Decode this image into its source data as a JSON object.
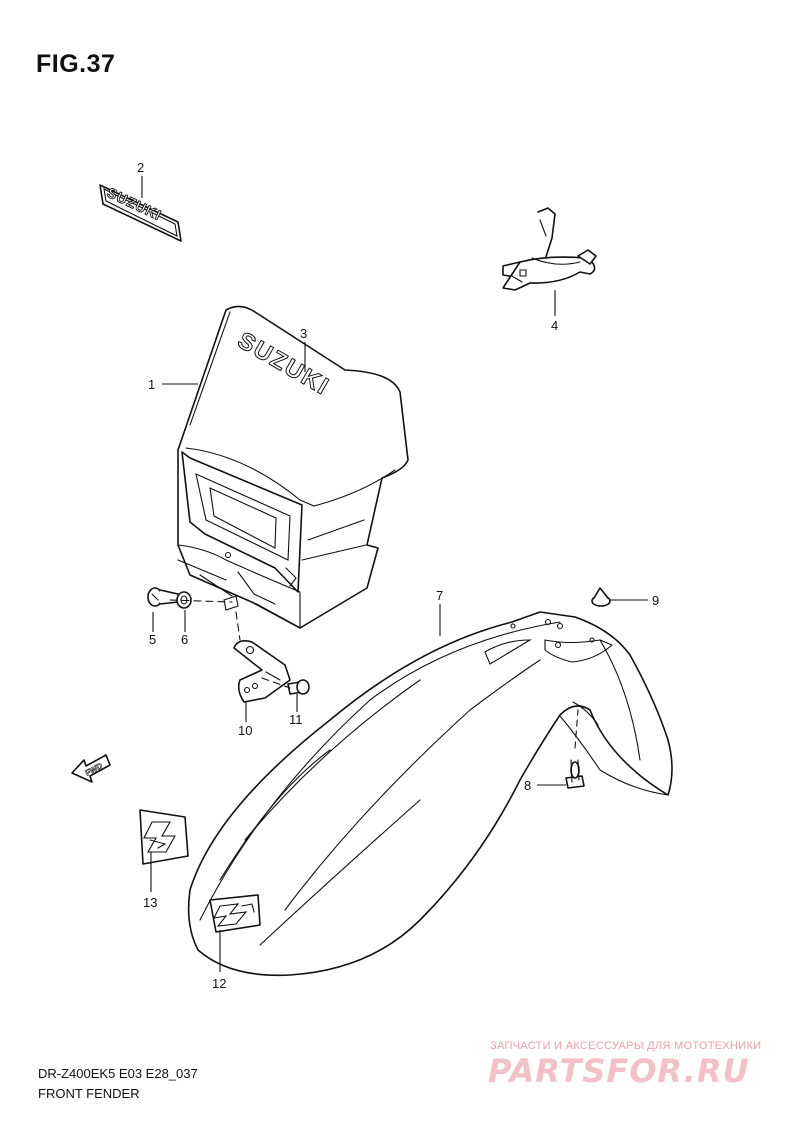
{
  "figure": {
    "title": "FIG.37",
    "model_code": "DR-Z400EK5 E03 E28_037",
    "section_name": "FRONT FENDER"
  },
  "emblems": {
    "small": "SUZUKI",
    "headlight": "SUZUKI",
    "fwd_arrow": "FWD"
  },
  "callouts": [
    "1",
    "2",
    "3",
    "4",
    "5",
    "6",
    "7",
    "8",
    "9",
    "10",
    "11",
    "12",
    "13"
  ],
  "watermark": {
    "tagline": "ЗАПЧАСТИ И АКСЕССУАРЫ ДЛЯ МОТОТЕХНИКИ",
    "logo": "PARTSFOR.RU"
  }
}
